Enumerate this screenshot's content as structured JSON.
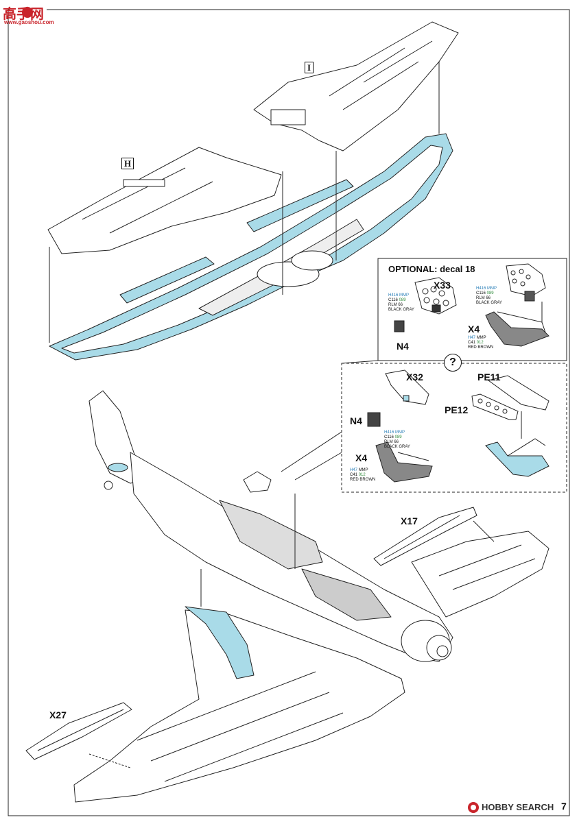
{
  "watermark": {
    "chars": "高手网",
    "site": "www.gaoshou.com"
  },
  "footer": {
    "brand_logo": "HOBBY SEARCH",
    "page_number": "7"
  },
  "part_labels": {
    "I": "I",
    "H": "H",
    "X17": "X17",
    "X27": "X27"
  },
  "optional_panel": {
    "title": "OPTIONAL: decal 18",
    "part_x33": "X33",
    "part_n4": "N4",
    "part_x4": "X4",
    "callout1": {
      "mr": "H416 MMP",
      "gunze": "C116",
      "mmp": "089",
      "name1": "RLM 66",
      "name2": "BLACK GRAY"
    },
    "callout2": {
      "mr": "H416 MMP",
      "gunze": "C116",
      "mmp": "089",
      "name1": "RLM 66",
      "name2": "BLACK GRAY"
    },
    "callout3": {
      "mr": "H47",
      "mmp_label": "MMP",
      "gunze": "C41",
      "mmp": "012",
      "name1": "RED BROWN"
    }
  },
  "alt_panel": {
    "question": "?",
    "part_x32": "X32",
    "part_n4": "N4",
    "part_x4": "X4",
    "part_pe11": "PE11",
    "part_pe12": "PE12",
    "callout1": {
      "mr": "H416 MMP",
      "gunze": "C116",
      "mmp": "089",
      "name1": "RLM 66",
      "name2": "BLACK GRAY"
    },
    "callout2": {
      "mr": "H47",
      "mmp_label": "MMP",
      "gunze": "C41",
      "mmp": "012",
      "name1": "RED BROWN"
    }
  },
  "colors": {
    "highlight": "#a9dbe8",
    "line": "#222222",
    "brand_red": "#c9242b"
  },
  "icons": [
    "watermark-logo",
    "hobby-search-logo"
  ]
}
